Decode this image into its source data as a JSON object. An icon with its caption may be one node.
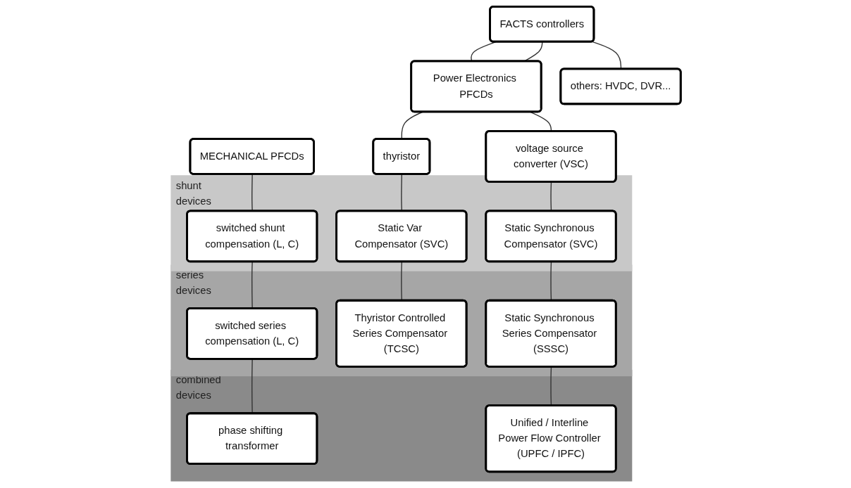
{
  "diagram": {
    "nodes": [
      {
        "text": [
          "MECHANICAL PFCDs"
        ]
      },
      {
        "text": [
          "FACTS controllers"
        ]
      },
      {
        "text": [
          "Power Electronics PFCDs"
        ]
      },
      {
        "text": [
          "thyristor"
        ]
      },
      {
        "text": [
          "voltage source converter (VSC)"
        ]
      },
      {
        "text": [
          "others: HVDC, DVR..."
        ]
      },
      {
        "text": [
          "shunt devices"
        ]
      },
      {
        "text": [
          "switched shunt compensation (L, C)"
        ],
        "in": 6
      },
      {
        "text": [
          "Static Var Compensator (SVC)"
        ],
        "in": 6
      },
      {
        "text": [
          "Static Synchronous Compensator (SVC)"
        ],
        "in": 6
      },
      {
        "text": [
          "series devices"
        ]
      },
      {
        "text": [
          "switched series compensation (L, C)"
        ],
        "in": 10
      },
      {
        "text": [
          "Thyristor Controlled Series Compensator (TCSC)"
        ],
        "in": 10
      },
      {
        "text": [
          "Static Synchronous Series Compensator (SSSC)"
        ],
        "in": 10
      },
      {
        "text": [
          "combined devices"
        ]
      },
      {
        "text": [
          "phase shifting transformer"
        ],
        "in": 14
      },
      {
        "text": [
          "Unified / Interline Power Flow Controller (UPFC / IPFC)"
        ],
        "in": 14
      }
    ],
    "edges": [
      {
        "from": 1,
        "to": 2,
        "arrow": "none"
      },
      {
        "from": 1,
        "to": 2,
        "arrow": "none"
      },
      {
        "from": 1,
        "to": 5,
        "arrow": "none"
      },
      {
        "from": 2,
        "to": 3,
        "arrow": "none"
      },
      {
        "from": 2,
        "to": 4,
        "arrow": "none"
      },
      {
        "from": 0,
        "to": 7,
        "arrow": "none"
      },
      {
        "from": 3,
        "to": 8,
        "arrow": "none"
      },
      {
        "from": 4,
        "to": 9,
        "arrow": "none"
      },
      {
        "from": 7,
        "to": 11,
        "arrow": "none"
      },
      {
        "from": 8,
        "to": 12,
        "arrow": "none"
      },
      {
        "from": 9,
        "to": 13,
        "arrow": "none"
      },
      {
        "from": 11,
        "to": 15,
        "arrow": "none"
      },
      {
        "from": 13,
        "to": 16,
        "arrow": "none"
      }
    ]
  }
}
